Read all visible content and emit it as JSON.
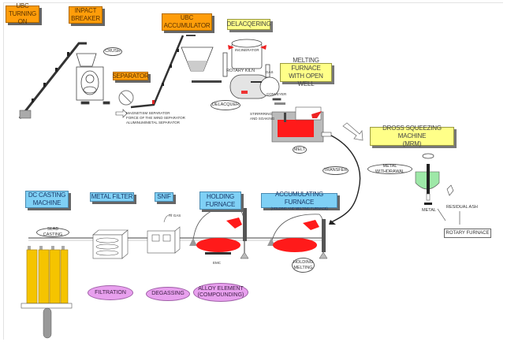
{
  "title_labels": {
    "ubc_turning_on": "UBC\nTURNING ON",
    "impact_breaker": "INPACT\nBREAKER",
    "ubc_accumulator": "UBC\nACCUMULATOR",
    "separator": "SEPARATOR",
    "delacqering": "DELACQERING",
    "melting_furnace": "MELTING FURNACE\nWITH OPEN WELL",
    "dross_squeezing": "DROSS SQUEEZING MACHINE\n(MRM)",
    "dc_casting": "DC CASTING\nMACHINE",
    "metal_filter": "METAL FILTER",
    "snif": "SNIF",
    "holding_furnace": "HOLDING\nFURNACE",
    "accumulating_furnace": "ACCUMULATING FURNACE",
    "accumulating_furnace_sub": "(HOLDING AND MELTING FURNACE)"
  },
  "oval_labels": {
    "crush": "CRUSH",
    "delacquer": "DELACQUER",
    "melt": "MELT",
    "transfer": "TRANSFER",
    "metal_withdrawal": "METAL WITHDRAWAL",
    "slab_casting": "SLAB CASTING",
    "holding_melting": "HOLDING\nMELTING"
  },
  "process_ovals": {
    "filtration": "FILTRATION",
    "degassing": "DEGASSING",
    "alloy_element": "ALLOY ELEMENT\n(COMPOUNDING)"
  },
  "small_text": {
    "separator_notes": "MAGNETISM SEPARATOR\nFORCE OF THE WIND SEPARATOR\nALUMINUM/METAL SEPARATOR",
    "incinerator": "INCINERATOR",
    "rotary_kiln": "ROTARY KILN",
    "gas": "GAS",
    "conveyer": "CONVEYER",
    "stirring": "STIRRRRING\nAND SOAKING",
    "ar_gas": "Ar GAS",
    "emc": "EMC",
    "metal": "METAL",
    "residual_ash": "RESIDUAL ASH"
  },
  "boxes": {
    "rotary_furnace": "ROTARY FURNACE"
  },
  "colors": {
    "orange": "#ff9d0a",
    "yellow": "#ffff88",
    "blue": "#7fd0f5",
    "purple": "#e8a0ee",
    "molten": "#ff1010",
    "ingot": "#f5c400",
    "green": "#9ee8a8"
  }
}
